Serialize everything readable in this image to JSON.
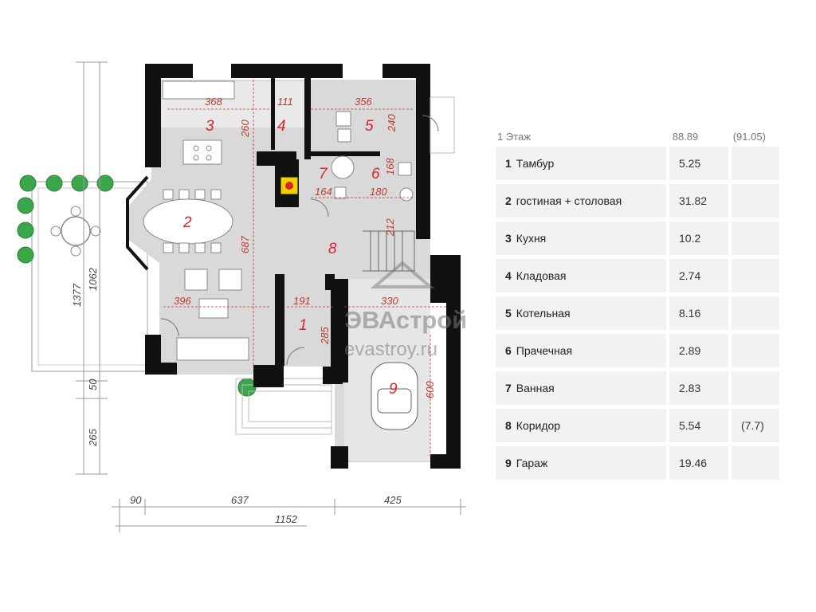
{
  "plan": {
    "rooms": [
      "1",
      "2",
      "3",
      "4",
      "5",
      "6",
      "7",
      "8",
      "9"
    ],
    "dims": [
      "368",
      "111",
      "356",
      "260",
      "240",
      "168",
      "164",
      "180",
      "212",
      "687",
      "396",
      "191",
      "330",
      "285",
      "600"
    ],
    "exterior": {
      "left_vertical": [
        "1377",
        "1062",
        "50",
        "265"
      ],
      "bottom": [
        "90",
        "637",
        "425",
        "1152"
      ]
    },
    "watermark": {
      "brand": "ЭВАстрой",
      "site": "evastroy.ru"
    }
  },
  "legend": {
    "header": {
      "title": "1 Этаж",
      "area": "88.89",
      "area_alt": "(91.05)"
    },
    "rows": [
      {
        "num": "1",
        "name": "Тамбур",
        "area": "5.25",
        "alt": ""
      },
      {
        "num": "2",
        "name": "гостиная + столовая",
        "area": "31.82",
        "alt": ""
      },
      {
        "num": "3",
        "name": "Кухня",
        "area": "10.2",
        "alt": ""
      },
      {
        "num": "4",
        "name": "Кладовая",
        "area": "2.74",
        "alt": ""
      },
      {
        "num": "5",
        "name": "Котельная",
        "area": "8.16",
        "alt": ""
      },
      {
        "num": "6",
        "name": "Прачечная",
        "area": "2.89",
        "alt": ""
      },
      {
        "num": "7",
        "name": "Ванная",
        "area": "2.83",
        "alt": ""
      },
      {
        "num": "8",
        "name": "Коридор",
        "area": "5.54",
        "alt": "(7.7)"
      },
      {
        "num": "9",
        "name": "Гараж",
        "area": "19.46",
        "alt": ""
      }
    ]
  },
  "colors": {
    "wall": "#111111",
    "floor": "#d9d9d9",
    "dim": "#c0392b",
    "room_num": "#d9232e",
    "cell_bg": "#f2f2f2"
  }
}
